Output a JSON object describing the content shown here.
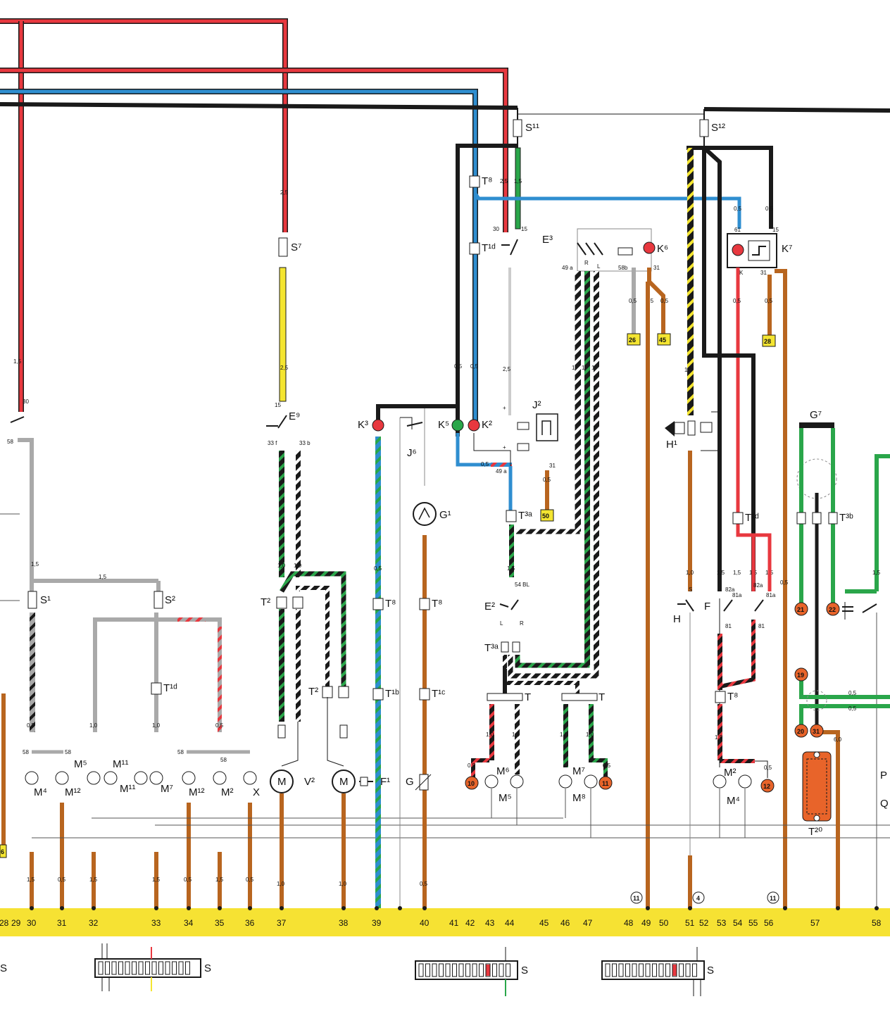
{
  "colors": {
    "red": "#e8383f",
    "blue": "#2f8ed0",
    "black": "#1a1a1a",
    "green": "#2aa64a",
    "yellow": "#f4e531",
    "brown": "#b8651f",
    "grey": "#a9a9a9",
    "terminal_strip": "#f6e233",
    "orange_tag": "#e8642a",
    "yellow_tag": "#f4e531"
  },
  "column_numbers": [
    "28",
    "29",
    "30",
    "31",
    "32",
    "33",
    "34",
    "35",
    "36",
    "37",
    "38",
    "39",
    "40",
    "41",
    "42",
    "43",
    "44",
    "45",
    "46",
    "47",
    "48",
    "49",
    "50",
    "51",
    "52",
    "53",
    "54",
    "55",
    "56",
    "57",
    "58"
  ],
  "components": {
    "fuses": [
      "S¹¹",
      "S¹²",
      "S⁷",
      "S¹",
      "S²"
    ],
    "connectors": [
      "T⁸",
      "T¹ᵈ",
      "T²",
      "T³ᵃ",
      "T¹ᵇ",
      "T¹ᶜ",
      "T",
      "T³ᵇ",
      "T²⁰"
    ],
    "switches": [
      "E³",
      "E⁹",
      "E²",
      "J⁶",
      "F",
      "H",
      "F¹"
    ],
    "lamps": [
      "K³",
      "K⁵",
      "K²",
      "K⁶",
      "K⁷",
      "M⁴",
      "M¹²",
      "M⁵",
      "M¹¹",
      "M⁷",
      "M²",
      "X",
      "M⁶",
      "M⁸"
    ],
    "relays": [
      "J²",
      "K⁷"
    ],
    "motors": [
      "V²"
    ],
    "gauges": [
      "G¹",
      "G",
      "G⁷"
    ],
    "horn": "H¹",
    "other_labels": [
      "P",
      "Q"
    ]
  },
  "wire_sizes": [
    "1,5",
    "2,5",
    "1,0",
    "0,5",
    "6,0"
  ],
  "terminals": [
    "30",
    "15",
    "58",
    "33 f",
    "33 b",
    "49 a",
    "58b",
    "31",
    "61",
    "K",
    "54 BL",
    "L",
    "R",
    "S",
    "82a",
    "81a",
    "81",
    "R",
    "L"
  ],
  "tags": {
    "yellow": [
      "26",
      "45",
      "28",
      "50",
      "6"
    ],
    "orange": [
      "10",
      "11",
      "12",
      "19",
      "20",
      "21",
      "22",
      "31"
    ],
    "circle": [
      "11",
      "4",
      "11"
    ]
  },
  "terminal_strip_label": "S"
}
